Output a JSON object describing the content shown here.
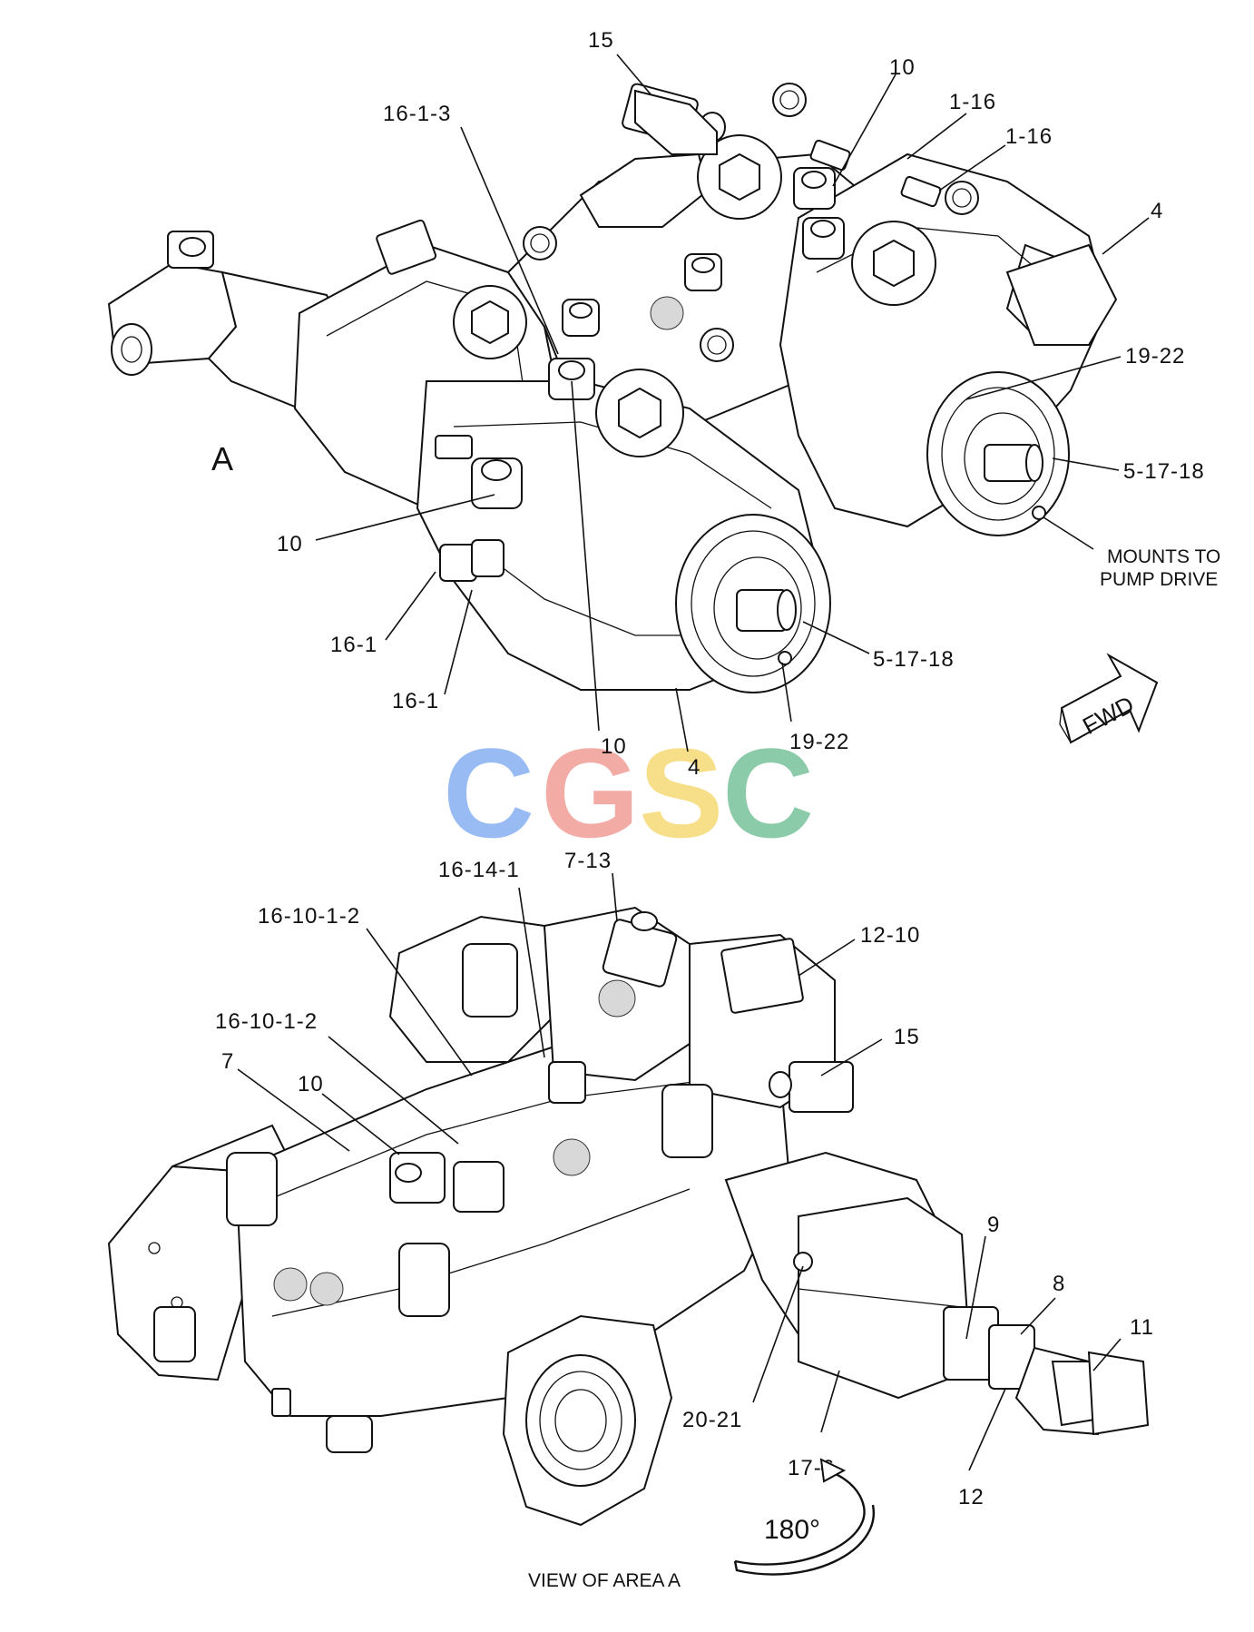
{
  "watermark": {
    "letters": [
      "C",
      "G",
      "S",
      "C"
    ],
    "colors": [
      "#8fb4f2",
      "#f2a39c",
      "#f7dc7d",
      "#7fc6a0"
    ]
  },
  "area_label": "A",
  "view_label": "VIEW OF AREA  A",
  "rotation_label": "180°",
  "fwd_label": "FWD",
  "mount_note": [
    "MOUNTS TO",
    "PUMP DRIVE"
  ],
  "callouts_top": [
    "15",
    "10",
    "1-16",
    "1-16",
    "16-1-3",
    "4",
    "19-22",
    "5-17-18",
    "10",
    "16-1",
    "16-1",
    "5-17-18",
    "19-22",
    "10",
    "4"
  ],
  "callouts_bottom": [
    "16-14-1",
    "7-13",
    "12-10",
    "16-10-1-2",
    "16-10-1-2",
    "15",
    "7",
    "10",
    "9",
    "8",
    "11",
    "20-21",
    "17-6",
    "12"
  ]
}
